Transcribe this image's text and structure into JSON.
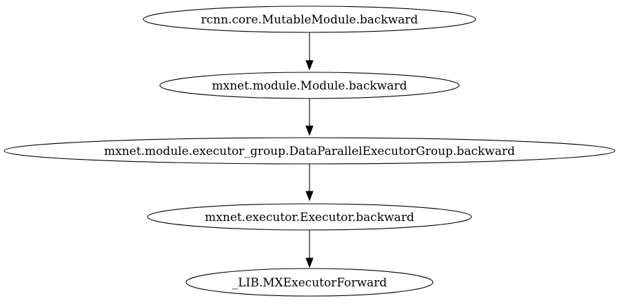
{
  "graph": {
    "nodes": [
      {
        "id": "n1",
        "label": "rcnn.core.MutableModule.backward"
      },
      {
        "id": "n2",
        "label": "mxnet.module.Module.backward"
      },
      {
        "id": "n3",
        "label": "mxnet.module.executor_group.DataParallelExecutorGroup.backward"
      },
      {
        "id": "n4",
        "label": "mxnet.executor.Executor.backward"
      },
      {
        "id": "n5",
        "label": "_LIB.MXExecutorForward"
      }
    ],
    "edges": [
      {
        "from": "n1",
        "to": "n2"
      },
      {
        "from": "n2",
        "to": "n3"
      },
      {
        "from": "n3",
        "to": "n4"
      },
      {
        "from": "n4",
        "to": "n5"
      }
    ]
  }
}
